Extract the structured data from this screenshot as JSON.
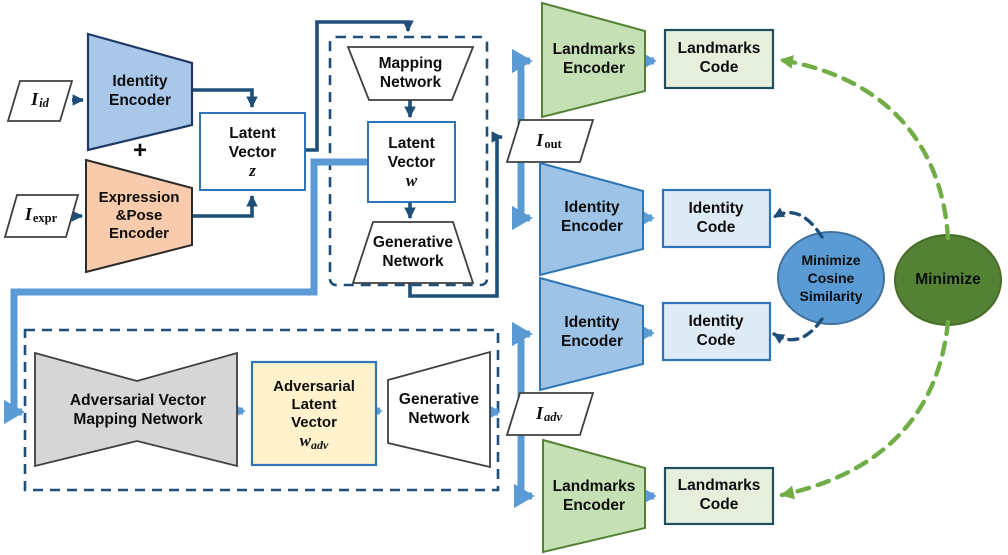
{
  "title": "Adversarial face identity pipeline diagram",
  "colors": {
    "encoder_blue": "#9DC3E6",
    "encoder_blue_light": "#A9C7E8",
    "encoder_orange": "#F8CBAD",
    "encoder_green": "#C5E0B4",
    "code_green": "#E6EFDC",
    "code_blue": "#DEEBF7",
    "adv_yellow": "#FFF2CC",
    "network_gray": "#D6D6D6",
    "ellipse_blue": "#5B9BD5",
    "circle_green": "#548235",
    "line_navy": "#1F4E79",
    "line_lightblue": "#5B9BD5",
    "dash_green": "#70AD47",
    "white": "#FFFFFF"
  },
  "nodes": {
    "input_id": {
      "base": "I",
      "sub": "id"
    },
    "input_expr": {
      "base": "I",
      "sub": "expr"
    },
    "plus": "+",
    "identity_encoder": "Identity\nEncoder",
    "expression_encoder": "Expression\n&Pose\nEncoder",
    "latent_z": {
      "label": "Latent\nVector",
      "symbol": "z"
    },
    "mapping_network": "Mapping\nNetwork",
    "latent_w": {
      "label": "Latent\nVector",
      "symbol": "w"
    },
    "generative_network": "Generative\nNetwork",
    "i_out": {
      "base": "I",
      "sub": "out"
    },
    "i_adv": {
      "base": "I",
      "sub": "adv"
    },
    "landmarks_encoder": "Landmarks\nEncoder",
    "landmarks_code": "Landmarks\nCode",
    "identity_code": "Identity\nCode",
    "adv_mapping_network": "Adversarial Vector\nMapping Network",
    "adv_latent": {
      "label": "Adversarial\nLatent\nVector",
      "symbol_base": "w",
      "symbol_sub": "adv"
    },
    "minimize_cosine": "Minimize\nCosine\nSimilarity",
    "minimize": "Minimize"
  }
}
